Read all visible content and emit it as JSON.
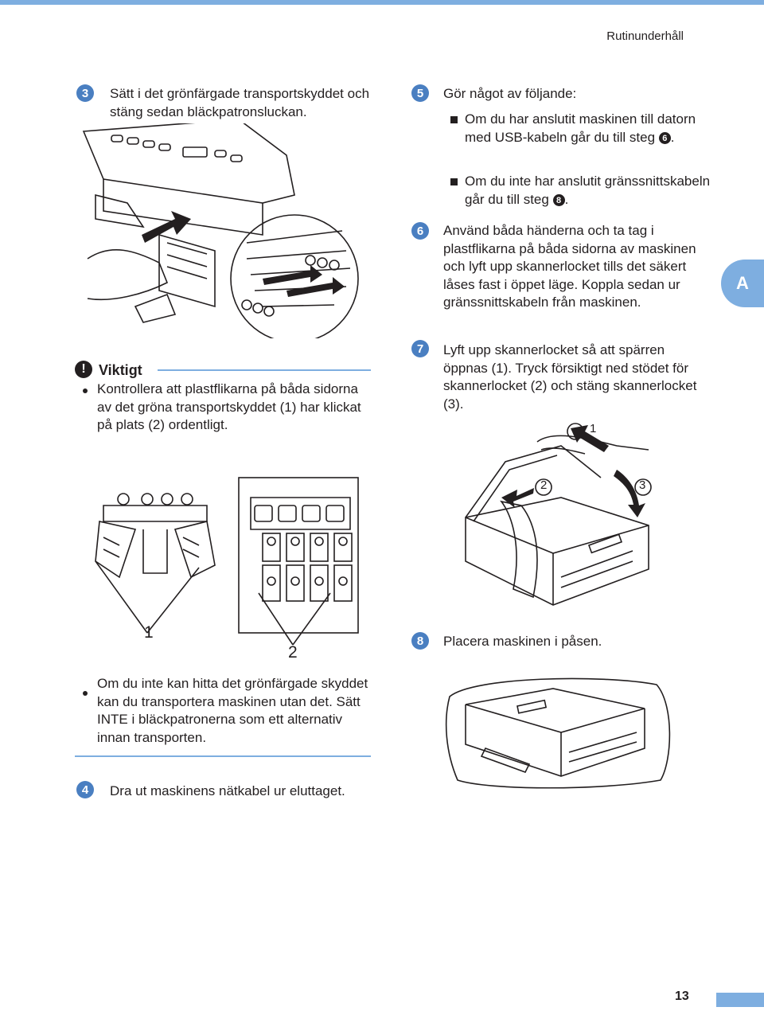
{
  "header": {
    "title": "Rutinunderhåll"
  },
  "side_tab": {
    "label": "A"
  },
  "page": {
    "number": "13"
  },
  "step3": {
    "badge": "3",
    "text": "Sätt i det grönfärgade transportskyddet och stäng sedan bläckpatronsluckan."
  },
  "important": {
    "icon": "!",
    "title": "Viktigt",
    "item1": "Kontrollera att plastflikarna på båda sidorna av det gröna transportskyddet (1) har klickat på plats (2) ordentligt.",
    "item2": "Om du inte kan hitta det grönfärgade skyddet kan du transportera maskinen utan det. Sätt INTE i bläckpatronerna som ett alternativ innan transporten."
  },
  "callouts": {
    "c1": "1",
    "c2": "2",
    "c7_1": "1",
    "c7_2": "2",
    "c7_3": "3"
  },
  "step4": {
    "badge": "4",
    "text": "Dra ut maskinens nätkabel ur eluttaget."
  },
  "step5": {
    "badge": "5",
    "intro": "Gör något av följande:",
    "bullet1_pre": "Om du har anslutit maskinen till datorn med USB-kabeln går du till steg ",
    "bullet1_ref": "6",
    "bullet1_post": ".",
    "bullet2_pre": "Om du inte har anslutit gränssnittskabeln går du till steg ",
    "bullet2_ref": "8",
    "bullet2_post": "."
  },
  "step6": {
    "badge": "6",
    "text": "Använd båda händerna och ta tag i plastflikarna på båda sidorna av maskinen och lyft upp skannerlocket tills det säkert låses fast i öppet läge. Koppla sedan ur gränssnittskabeln från maskinen."
  },
  "step7": {
    "badge": "7",
    "text": "Lyft upp skannerlocket så att spärren öppnas (1). Tryck försiktigt ned stödet för skannerlocket (2) och stäng skannerlocket (3)."
  },
  "step8": {
    "badge": "8",
    "text": "Placera maskinen i påsen."
  },
  "colors": {
    "accent": "#7eaee0",
    "badge": "#4a7fc1",
    "text": "#231f20"
  }
}
